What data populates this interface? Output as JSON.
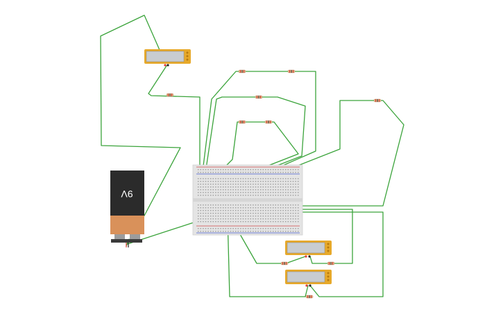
{
  "canvas": {
    "background": "#ffffff",
    "wire_color": "#3aa33a"
  },
  "battery": {
    "label": "9V",
    "body_color": "#2b2b2b",
    "band_color": "#d9915a"
  },
  "multimeters": [
    {
      "name": "multimeter-top",
      "frame_color": "#e7a92a",
      "screen_color": "#c8ccd0"
    },
    {
      "name": "multimeter-bottom-1",
      "frame_color": "#e7a92a",
      "screen_color": "#c8ccd0"
    },
    {
      "name": "multimeter-bottom-2",
      "frame_color": "#e7a92a",
      "screen_color": "#c8ccd0"
    }
  ],
  "breadboard": {
    "body_color": "#e4e4e4",
    "rail_red": "#d24a4a",
    "rail_blue": "#4a5fd2"
  },
  "resistor_color": "#e8b48a"
}
